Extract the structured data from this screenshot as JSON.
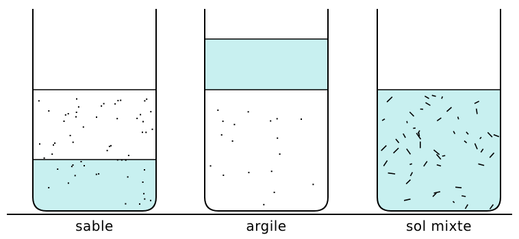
{
  "colors": {
    "water": "#c8f0f0",
    "outline": "#000000",
    "background": "#ffffff"
  },
  "beakers": [
    {
      "label": "sable",
      "layers": [
        "air",
        "soil",
        "water+soil"
      ]
    },
    {
      "label": "argile",
      "layers": [
        "air",
        "water",
        "soil"
      ]
    },
    {
      "label": "sol mixte",
      "layers": [
        "air",
        "water+soil"
      ]
    }
  ]
}
